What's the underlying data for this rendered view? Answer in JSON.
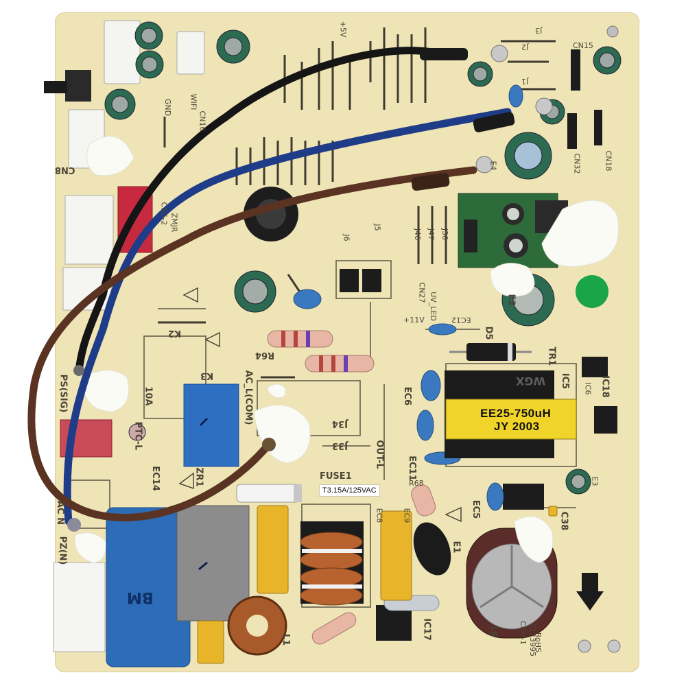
{
  "board": {
    "silkscreen": {
      "wifi": "WIFI",
      "cn16": "CN16",
      "cn8": "CN8",
      "cn5": "CN5-2",
      "zmjr": "ZMJR",
      "k3": "K3",
      "k2": "K2",
      "ps_sig": "PS(SIG)",
      "ac_l_com": "AC_L(COM)",
      "ptc_l": "PTC-L",
      "ec14": "EC14",
      "zr1": "ZR1",
      "fuse1": "FUSE1",
      "out_l": "OUT-L",
      "ec11": "EC11",
      "ec5": "EC5",
      "ec6": "EC6",
      "ec8": "EC8",
      "ec9": "EC9",
      "ec12": "EC12",
      "cn27": "CN27",
      "uv_led": "UV_LED",
      "cn15": "CN15",
      "cn18": "CN18",
      "cn32": "CN32",
      "d5": "D5",
      "tr1": "TR1",
      "ic5": "IC5",
      "ic6": "IC6",
      "ic17": "IC17",
      "ic18": "IC18",
      "e1": "E1",
      "e2": "E2",
      "e3": "E3",
      "e4": "E4",
      "r64": "R64",
      "r68": "R68",
      "j33": "J33",
      "j34": "J34",
      "j46": "J46",
      "j47": "J47",
      "j30": "J30",
      "j5": "J5",
      "j6": "J6",
      "j1": "J1",
      "j2": "J2",
      "j3": "J3",
      "c38": "C38",
      "l1": "L1",
      "ac_n": "AC N",
      "pz_n": "PZ(N)",
      "ten_a": "10A",
      "cem1": "CEM-1",
      "e123995": "E123995",
      "rohs": "RoHS",
      "n16": "16",
      "plus11v": "+11V",
      "gnd": "GND",
      "plus5v": "+5V"
    },
    "fuse_label": "T3.15A/125VAC",
    "transformer": {
      "line1": "EE25-750uH",
      "line2": "JY 2003"
    },
    "relay_marking": "BM",
    "flyback_marking": "WGX",
    "colors": {
      "pcb": "#efe4b6",
      "wire_black": "#151515",
      "wire_blue": "#1f3c88",
      "wire_brown": "#5a3322",
      "relay_blue": "#2f6fc2",
      "capacitor_yellow": "#e8b42a",
      "green_dot": "#1aa54a"
    }
  }
}
